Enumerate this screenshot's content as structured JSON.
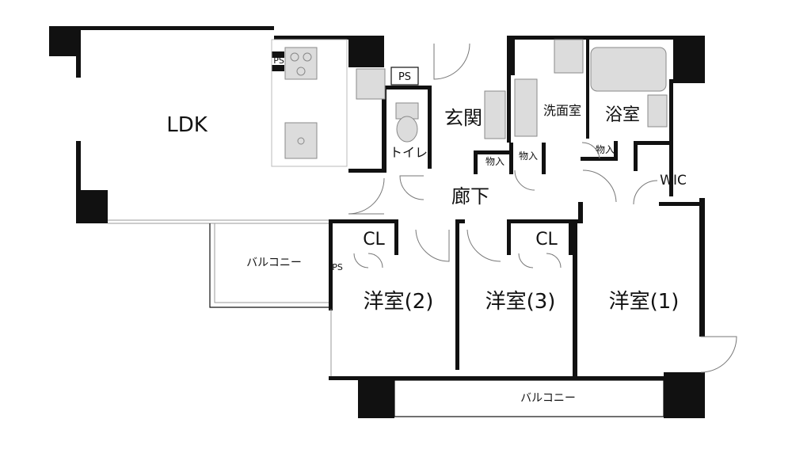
{
  "rooms": {
    "ldk": "LDK",
    "genkan": "玄関",
    "senmenshitsu": "洗面室",
    "yokushitsu": "浴室",
    "toilet": "トイレ",
    "rouka": "廊下",
    "wic": "WIC",
    "youshitsu1": "洋室(1)",
    "youshitsu2": "洋室(2)",
    "youshitsu3": "洋室(3)"
  },
  "storage": {
    "cl_left": "CL",
    "cl_right": "CL",
    "mono_1": "物入",
    "mono_2": "物入",
    "mono_3": "物入"
  },
  "ps": {
    "kitchen": "PS",
    "entry": "PS",
    "balcony": "PS"
  },
  "balconies": {
    "small": "バルコニー",
    "main": "バルコニー"
  },
  "colors": {
    "wall": "#111111",
    "fixture": "#dcdcdc",
    "background": "#ffffff"
  }
}
